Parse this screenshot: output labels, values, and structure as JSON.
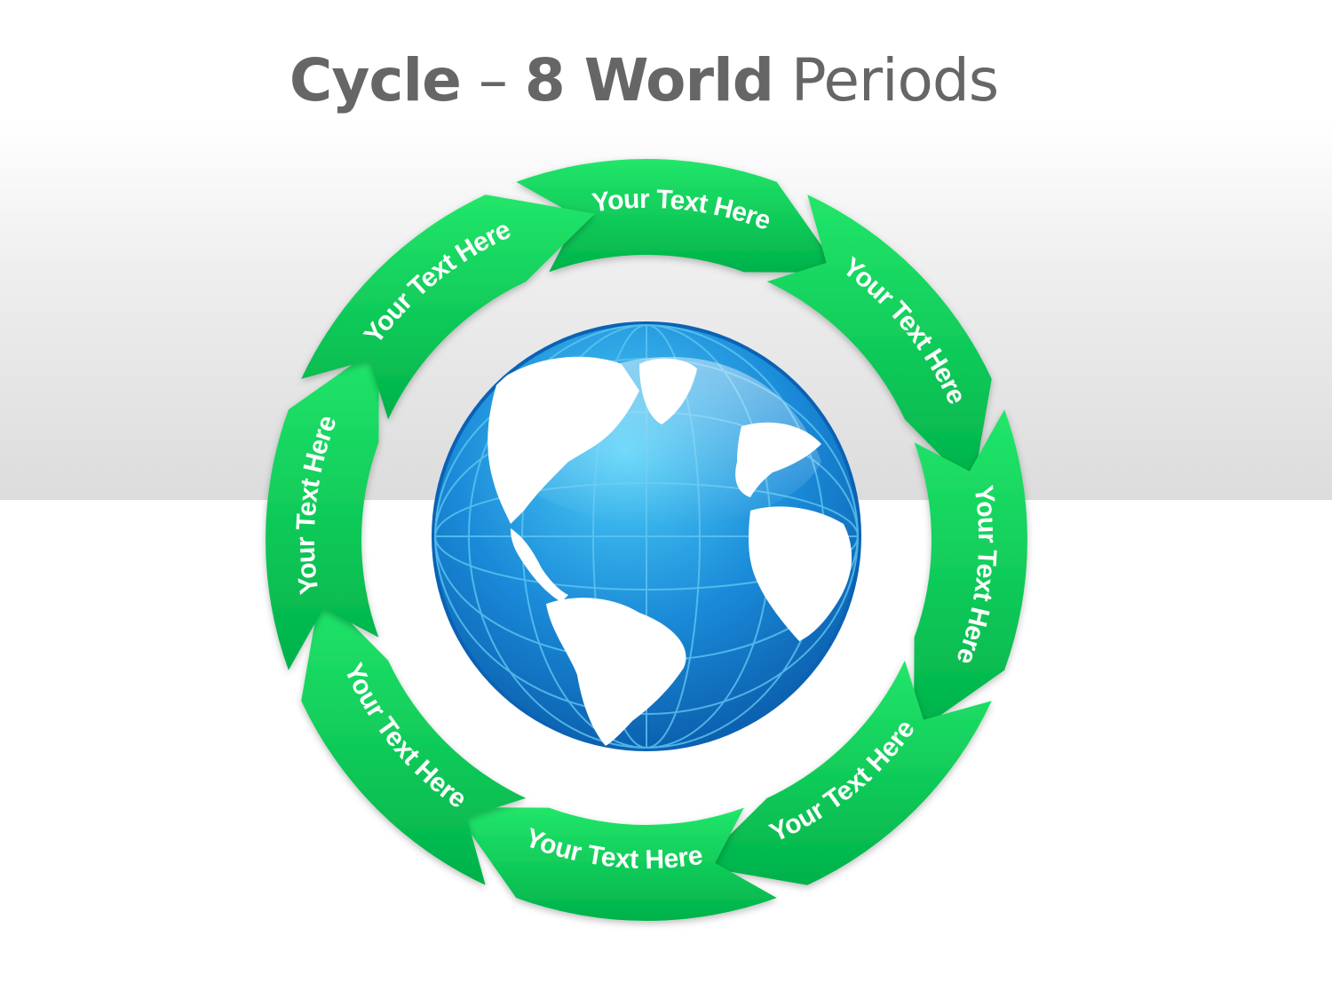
{
  "title": {
    "part1": "Cycle",
    "part2": "–",
    "part3": "8 World",
    "part4": "Periods"
  },
  "segments": [
    {
      "label": "Your Text Here"
    },
    {
      "label": "Your Text Here"
    },
    {
      "label": "Your Text Here"
    },
    {
      "label": "Your Text Here"
    },
    {
      "label": "Your Text Here"
    },
    {
      "label": "Your Text Here"
    },
    {
      "label": "Your Text Here"
    },
    {
      "label": "Your Text Here"
    }
  ],
  "colors": {
    "title": "#666666",
    "arrow_light": "#22e66a",
    "arrow_dark": "#00b24a",
    "globe_light": "#3bc0f0",
    "globe_dark": "#0b6fc0",
    "land": "#ffffff"
  },
  "icons": [
    "globe-icon"
  ]
}
